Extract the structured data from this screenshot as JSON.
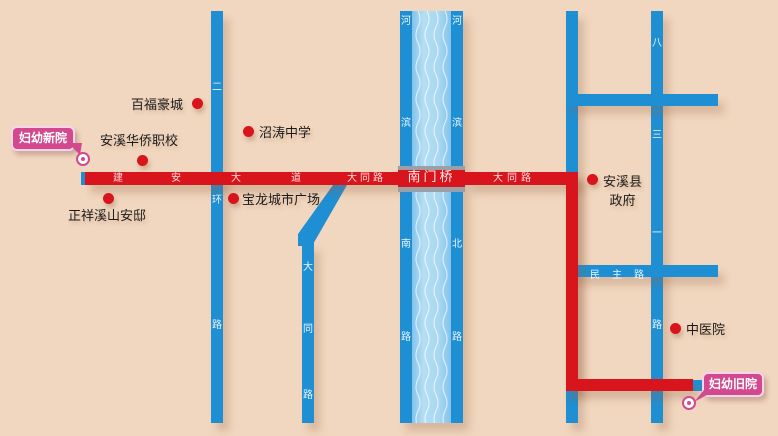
{
  "map": {
    "colors": {
      "background": "#f1d7bf",
      "road_blue": "#1f8fd4",
      "road_red": "#d8141c",
      "river_water": "#b5def4",
      "callout": "#d2498f",
      "poi_dot": "#d8141c"
    },
    "main_route": {
      "name_chars": [
        "建",
        "安",
        "大",
        "道"
      ],
      "segment_label_west": "大同路",
      "segment_label_east": "大同路"
    },
    "bridge": {
      "label": "南门桥"
    },
    "roads": {
      "erhuan": [
        "二",
        "环",
        "路"
      ],
      "datong": [
        "大",
        "同",
        "路"
      ],
      "hebin_nan": [
        "河",
        "滨",
        "南",
        "路"
      ],
      "hebin_bei": [
        "河",
        "滨",
        "北",
        "路"
      ],
      "basan": [
        "八",
        "三",
        "一",
        "路"
      ],
      "minzhu": [
        "民",
        "主",
        "路"
      ]
    },
    "pois": [
      {
        "name": "百福豪城"
      },
      {
        "name": "安溪华侨职校"
      },
      {
        "name": "沼涛中学"
      },
      {
        "name": "宝龙城市广场"
      },
      {
        "name": "正祥溪山安邸"
      },
      {
        "name": "安溪县"
      },
      {
        "name": "政府"
      },
      {
        "name": "中医院"
      }
    ],
    "callouts": {
      "new_hospital": "妇幼新院",
      "old_hospital": "妇幼旧院"
    }
  }
}
